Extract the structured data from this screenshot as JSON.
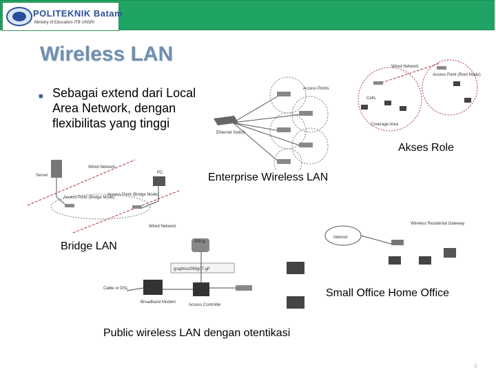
{
  "header": {
    "logo_name": "POLITEKNIK Batam",
    "logo_sub": "Ministry of Education ITB UNSRI"
  },
  "slide": {
    "title": "Wireless LAN",
    "bullet": "Sebagai extend dari Local Area Network, dengan flexibilitas yang tinggi",
    "page_number": "6"
  },
  "captions": {
    "akses_role": "Akses Role",
    "enterprise": "Enterprise Wireless LAN",
    "bridge": "Bridge LAN",
    "soho": "Small Office Home Office",
    "public": "Public wireless LAN dengan otentikasi"
  },
  "enterprise_diagram": {
    "access_points": "Access Points",
    "switch": "Ethernet Switch"
  },
  "roles_diagram": {
    "wired_network": "Wired Network",
    "access_point_root": "Access Point (Root Mode)",
    "cells": "Cells",
    "coverage_area": "Coverage Area"
  },
  "bridge_diagram": {
    "server": "Server",
    "pc": "PC",
    "wired_network": "Wired Network",
    "ap_bridge": "Access Point (Bridge Mode)"
  },
  "soho_diagram": {
    "internet": "Internet",
    "gateway": "Wireless Residental Gateway"
  },
  "public_diagram": {
    "billing": "Billing",
    "figure_file": "graphics/05fig07.gif",
    "cable": "Cable or DSL",
    "modem": "Broadband Modem",
    "controller": "Access Controller"
  }
}
